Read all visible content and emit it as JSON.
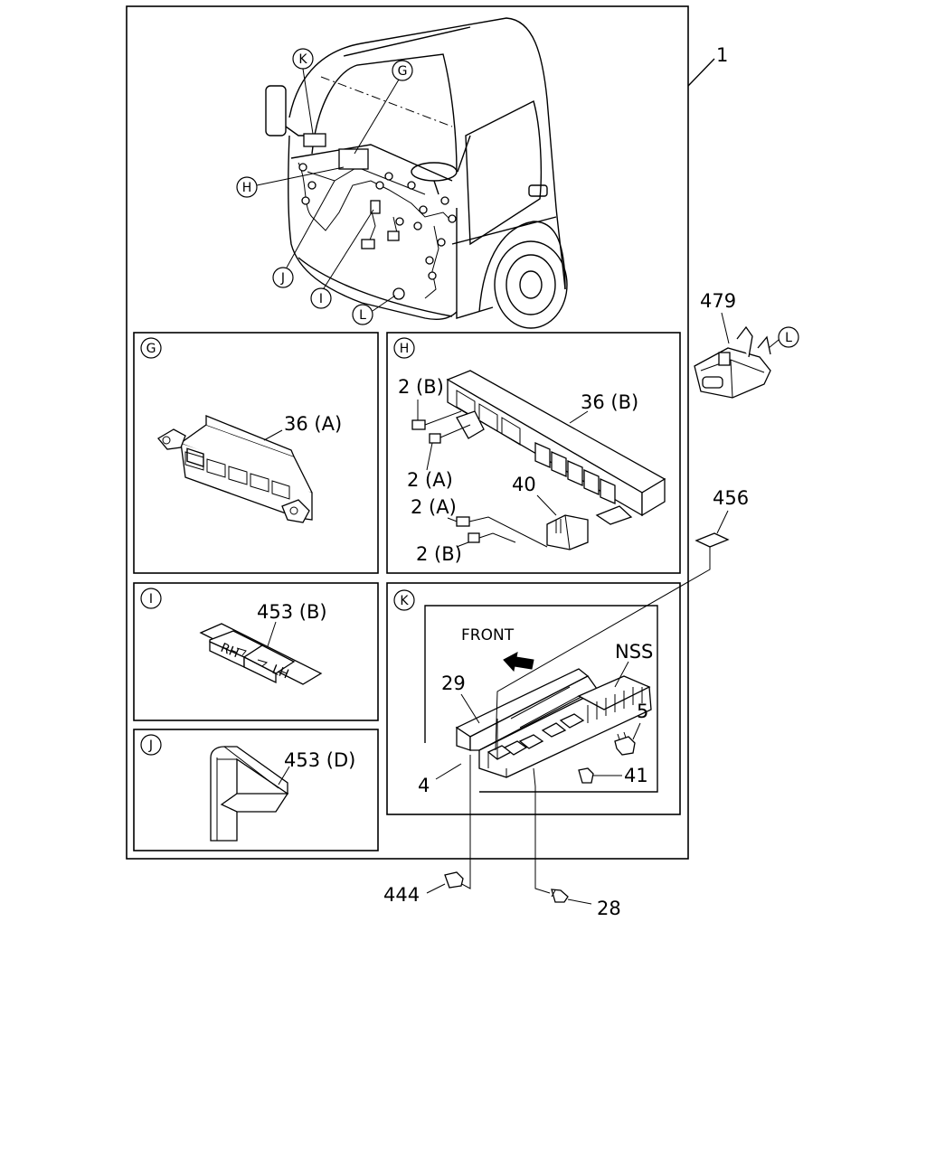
{
  "callouts": {
    "K": "K",
    "G": "G",
    "H": "H",
    "J": "J",
    "I": "I",
    "L": "L"
  },
  "parts": {
    "assembly": "1",
    "p479": "479",
    "p456": "456",
    "p36a": "36 (A)",
    "p36b": "36 (B)",
    "p2b_top": "2 (B)",
    "p2a_top": "2 (A)",
    "p2a_bot": "2 (A)",
    "p2b_bot": "2 (B)",
    "p40": "40",
    "p453b": "453 (B)",
    "p453d": "453 (D)",
    "front": "FRONT",
    "nss": "NSS",
    "p29": "29",
    "p5": "5",
    "p4": "4",
    "p41": "41",
    "p444": "444",
    "p28": "28"
  },
  "fuse_marks": {
    "rh": "RH",
    "lh": "LH"
  }
}
